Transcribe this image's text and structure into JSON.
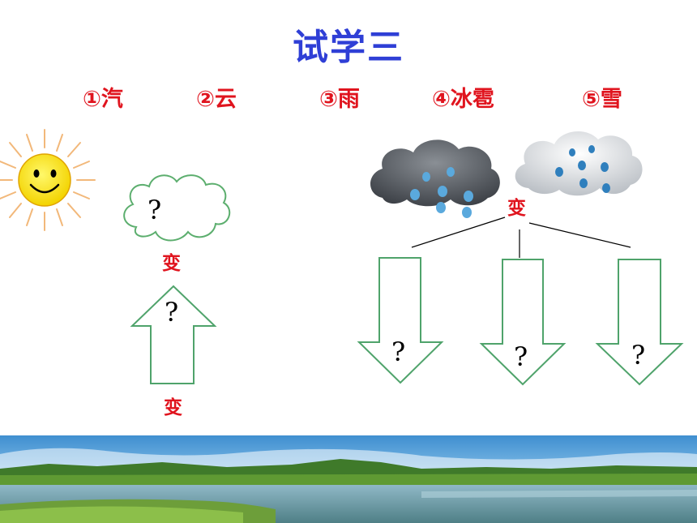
{
  "title": "试学三",
  "options": [
    "①汽",
    "②云",
    "③雨",
    "④冰雹",
    "⑤雪"
  ],
  "change_label": "变",
  "question_mark": "?",
  "colors": {
    "title": "#2f3fd6",
    "labels": "#e0141e",
    "arrow_stroke": "#4fa36b",
    "cloud_stroke": "#5cae6e"
  },
  "icons": [
    "sun-icon",
    "cloud-icon",
    "dark-rain-cloud-icon",
    "light-rain-cloud-icon",
    "up-arrow-icon",
    "down-arrow-icon"
  ]
}
